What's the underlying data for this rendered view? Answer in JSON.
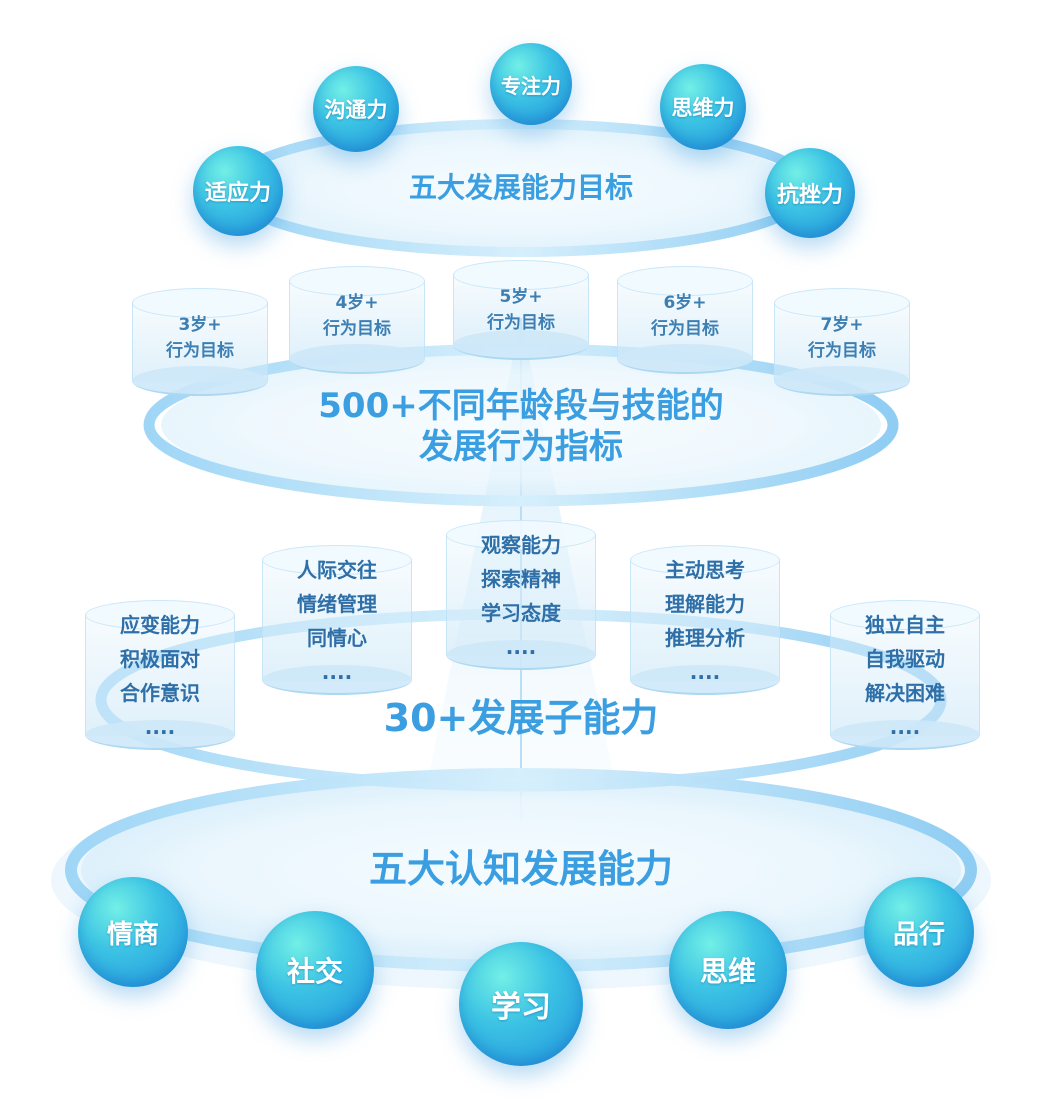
{
  "top_layer": {
    "title": "五大发展能力目标",
    "nodes": [
      "沟通力",
      "专注力",
      "思维力",
      "适应力",
      "抗挫力"
    ]
  },
  "age_layer": {
    "pillars": [
      {
        "age": "3岁+",
        "label": "行为目标"
      },
      {
        "age": "4岁+",
        "label": "行为目标"
      },
      {
        "age": "5岁+",
        "label": "行为目标"
      },
      {
        "age": "6岁+",
        "label": "行为目标"
      },
      {
        "age": "7岁+",
        "label": "行为目标"
      }
    ],
    "title_lines": [
      "500+不同年龄段与技能的",
      "发展行为指标"
    ]
  },
  "sub_layer": {
    "pillars": [
      {
        "lines": [
          "应变能力",
          "积极面对",
          "合作意识",
          "...."
        ]
      },
      {
        "lines": [
          "人际交往",
          "情绪管理",
          "同情心",
          "...."
        ]
      },
      {
        "lines": [
          "观察能力",
          "探索精神",
          "学习态度",
          "...."
        ]
      },
      {
        "lines": [
          "主动思考",
          "理解能力",
          "推理分析",
          "...."
        ]
      },
      {
        "lines": [
          "独立自主",
          "自我驱动",
          "解决困难",
          "...."
        ]
      }
    ],
    "title": "30+发展子能力"
  },
  "bottom_layer": {
    "title": "五大认知发展能力",
    "nodes": [
      "情商",
      "社交",
      "学习",
      "思维",
      "品行"
    ]
  }
}
